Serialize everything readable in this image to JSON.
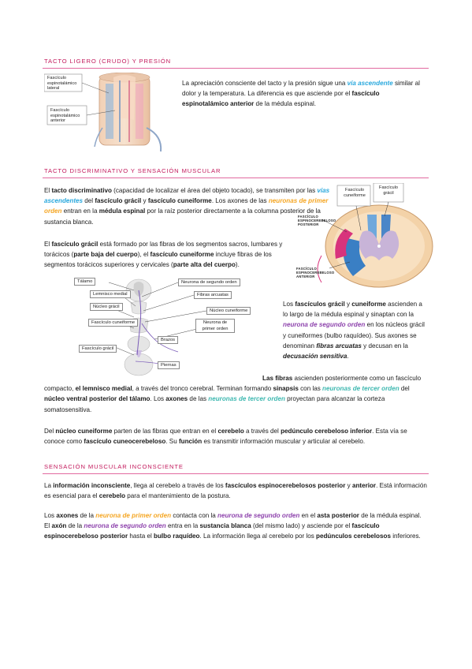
{
  "sections": {
    "s1": {
      "title": "TACTO LIGERO (CRUDO) Y PRESIÓN"
    },
    "s2": {
      "title": "TACTO DISCRIMINATIVO Y SENSACIÓN MUSCULAR"
    },
    "s3": {
      "title": "SENSACIÓN MUSCULAR INCONSCIENTE"
    }
  },
  "fig1": {
    "labels": [
      "Fascículo espinotalámico lateral",
      "Fascículo espinotalámico anterior"
    ]
  },
  "fig2": {
    "labels": [
      "Fascículo grácil",
      "Fascículo cuneiforme",
      "Fascículo espinocerebeloso posterior",
      "Fascículo espinocerebeloso anterior"
    ]
  },
  "fig3": {
    "boxes": [
      "Tálamo",
      "Lemnisco medial",
      "Núcleo grácil",
      "Fascículo cuneiforme",
      "Fascículo grácil",
      "Neurona de segundo orden",
      "Fibras arcuatas",
      "Núcleo cuneiforme",
      "Neurona de primer orden",
      "Brazos",
      "Piernas"
    ]
  },
  "text": {
    "p1": [
      "La apreciación consciente del tacto y la presión sigue una ",
      "vía ascendente",
      " similar al dolor y la temperatura. La diferencia es que asciende por el ",
      "fascículo espinotalámico anterior",
      " de la médula espinal."
    ],
    "p2": [
      "El ",
      "tacto discriminativo",
      " (capacidad de localizar el área del objeto tocado), se transmiten por las ",
      "vías ascendentes",
      " del ",
      "fascículo grácil",
      " y ",
      "fascículo cuneiforme",
      ". Los axones de las ",
      "neuronas de primer orden",
      " entran en la ",
      "médula espinal",
      " por la raíz posterior directamente a la columna posterior de la sustancia blanca."
    ],
    "p3": [
      "El ",
      "fascículo grácil",
      " está formado por las fibras de los segmentos sacros, lumbares y torácicos (",
      "parte baja del cuerpo",
      "), el ",
      "fascículo cuneiforme",
      " incluye fibras de los segmentos torácicos superiores y cervicales (",
      "parte alta del cuerpo",
      ")."
    ],
    "p4": [
      "Los ",
      "fascículos grácil",
      " y ",
      "cuneiforme",
      " ascienden a lo largo de la médula espinal y sinaptan con la ",
      "neurona de segundo orden",
      " en los núcleos grácil y cuneiformes (bulbo raquídeo). Sus axones se denominan ",
      "fibras arcuatas",
      " y decusan en la ",
      "decusación sensitiva",
      "."
    ],
    "p5": [
      "Las fibras",
      " ascienden posteriormente como un fascículo compacto, ",
      "el lemnisco medial",
      ", a través del tronco cerebral. Terminan formando ",
      "sinapsis",
      " con las ",
      "neuronas de tercer orden",
      " del ",
      "núcleo ventral posterior del tálamo",
      ". Los ",
      "axones",
      " de las ",
      "neuronas de tercer orden",
      " proyectan para alcanzar la corteza somatosensitiva."
    ],
    "p6": [
      "Del ",
      "núcleo cuneiforme",
      " parten de las fibras que entran en el ",
      "cerebelo",
      " a través del ",
      "pedúnculo cerebeloso inferior",
      ". Esta vía se conoce como ",
      "fascículo cuneocerebeloso",
      ". Su ",
      "función",
      " es transmitir información muscular y articular al cerebelo."
    ],
    "p7": [
      "La ",
      "información inconsciente",
      ", llega al cerebelo a través de los ",
      "fascículos espinocerebelosos posterior",
      " y ",
      "anterior",
      ". Está información es esencial para el ",
      "cerebelo",
      " para el mantenimiento de la postura."
    ],
    "p8": [
      "Los ",
      "axones",
      " de la ",
      "neurona de primer orden",
      " contacta con la ",
      "neurona de segundo orden",
      " en el ",
      "asta posterior",
      " de la médula espinal. El ",
      "axón",
      " de la ",
      "neurona de segundo orden",
      " entra en la ",
      "sustancia blanca",
      " (del mismo lado) y asciende por el ",
      "fascículo espinocerebeloso posterior",
      " hasta el ",
      "bulbo raquídeo",
      ". La información llega al cerebelo por los ",
      "pedúnculos cerebelosos",
      " inferiores."
    ]
  },
  "colors": {
    "heading": "#c2185b",
    "blue": "#29a8dd",
    "orange": "#f5a623",
    "purple": "#8e44ad"
  }
}
